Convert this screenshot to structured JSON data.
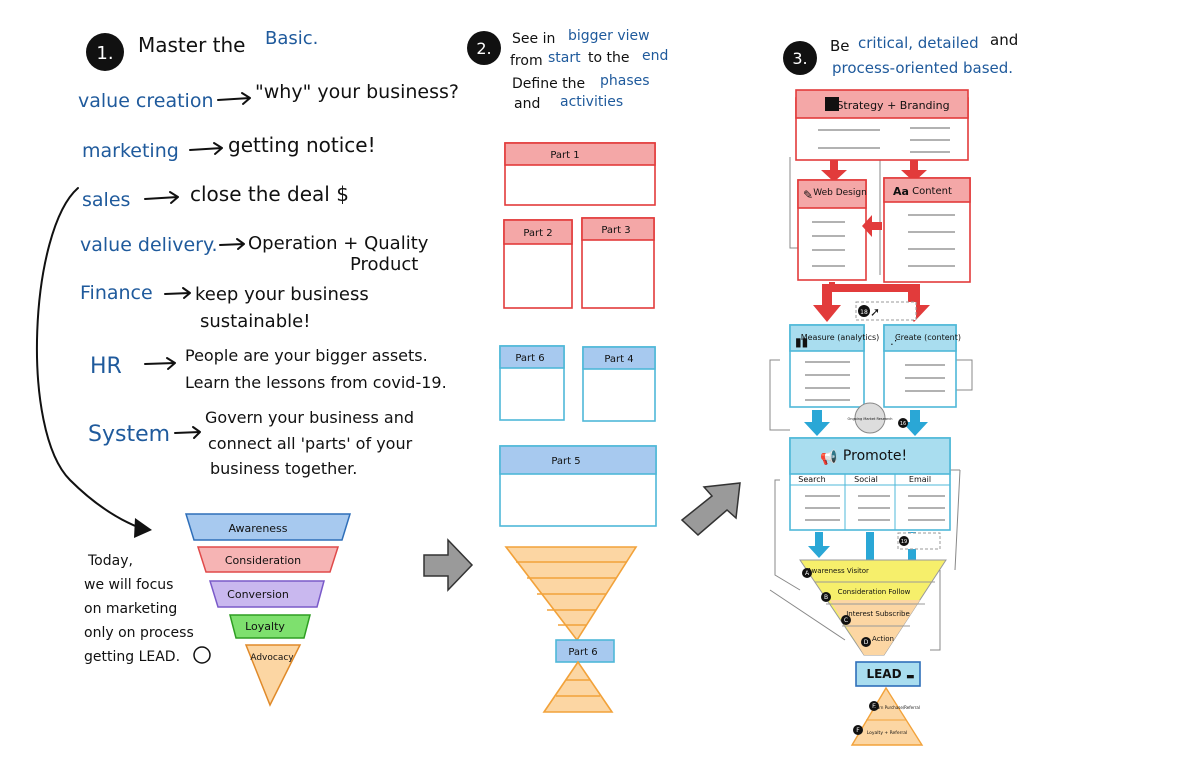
{
  "colors": {
    "blue_ink": "#1f5a9c",
    "red": "#e23b3b",
    "red_fill": "#f4a7a7",
    "light_blue": "#4fb8d8",
    "light_blue_fill": "#a9ddef",
    "part_blue": "#a7c9ef",
    "orange": "#f2a23a",
    "orange_fill": "#fcd6a3",
    "yellow": "#f6ef6b"
  },
  "step1": {
    "number": "1.",
    "title_black": "Master the",
    "title_blue": "Basic.",
    "items": [
      {
        "key": "value creation",
        "desc": "\"why\" your business?"
      },
      {
        "key": "marketing",
        "desc": "getting notice!"
      },
      {
        "key": "sales",
        "desc": "close the deal $"
      },
      {
        "key": "value delivery.",
        "desc": "Operation + Quality",
        "desc2": "Product"
      },
      {
        "key": "Finance",
        "desc": "keep your business",
        "desc2": "sustainable!"
      },
      {
        "key": "HR",
        "desc": "People are your bigger assets.",
        "desc2": "Learn the lessons from covid-19."
      },
      {
        "key": "System",
        "desc": "Govern your business and",
        "desc2": "connect all 'parts' of your",
        "desc3": "business together."
      }
    ],
    "today_lines": [
      "Today,",
      "we will focus",
      "on marketing",
      "only on process",
      "getting LEAD."
    ],
    "funnel": [
      {
        "label": "Awareness",
        "color": "#a7c9ef"
      },
      {
        "label": "Consideration",
        "color": "#f6b4b4"
      },
      {
        "label": "Conversion",
        "color": "#c9b8ef"
      },
      {
        "label": "Loyalty",
        "color": "#7ee06e"
      },
      {
        "label": "Advocacy",
        "color": "#fcd6a3"
      }
    ]
  },
  "step2": {
    "number": "2.",
    "line1_a": "See in",
    "line1_b": "bigger view",
    "line2_a": "from",
    "line2_b": "start",
    "line2_c": "to the",
    "line2_d": "end",
    "line3_a": "Define the",
    "line3_b": "phases",
    "line4_a": "and",
    "line4_b": "activities",
    "parts": [
      "Part 1",
      "Part 2",
      "Part 3",
      "Part 6",
      "Part 4",
      "Part 5",
      "Part 6"
    ]
  },
  "step3": {
    "number": "3.",
    "line1_a": "Be",
    "line1_b": "critical, detailed",
    "line1_c": "and",
    "line2": "process-oriented based.",
    "strategy": "Strategy + Branding",
    "web_design": "Web Design",
    "content": "Content",
    "measure": "Measure (analytics)",
    "create": "Create (content)",
    "promote": "Promote!",
    "columns": [
      "Search",
      "Social",
      "Email"
    ],
    "funnel_steps": [
      {
        "letter": "A",
        "label": "Awareness Visitor"
      },
      {
        "letter": "B",
        "label": "Consideration Follow"
      },
      {
        "letter": "C",
        "label": "Interest Subscribe"
      },
      {
        "letter": "D",
        "label": "Action"
      }
    ],
    "lead": "LEAD",
    "lower_steps": [
      {
        "letter": "E",
        "label": "Return Purchase/Referral"
      },
      {
        "letter": "F",
        "label": "Loyalty + Referral"
      }
    ],
    "ongoing": "Ongoing Market Research",
    "badge_18": "18",
    "badge_16": "16",
    "badge_19": "19"
  }
}
